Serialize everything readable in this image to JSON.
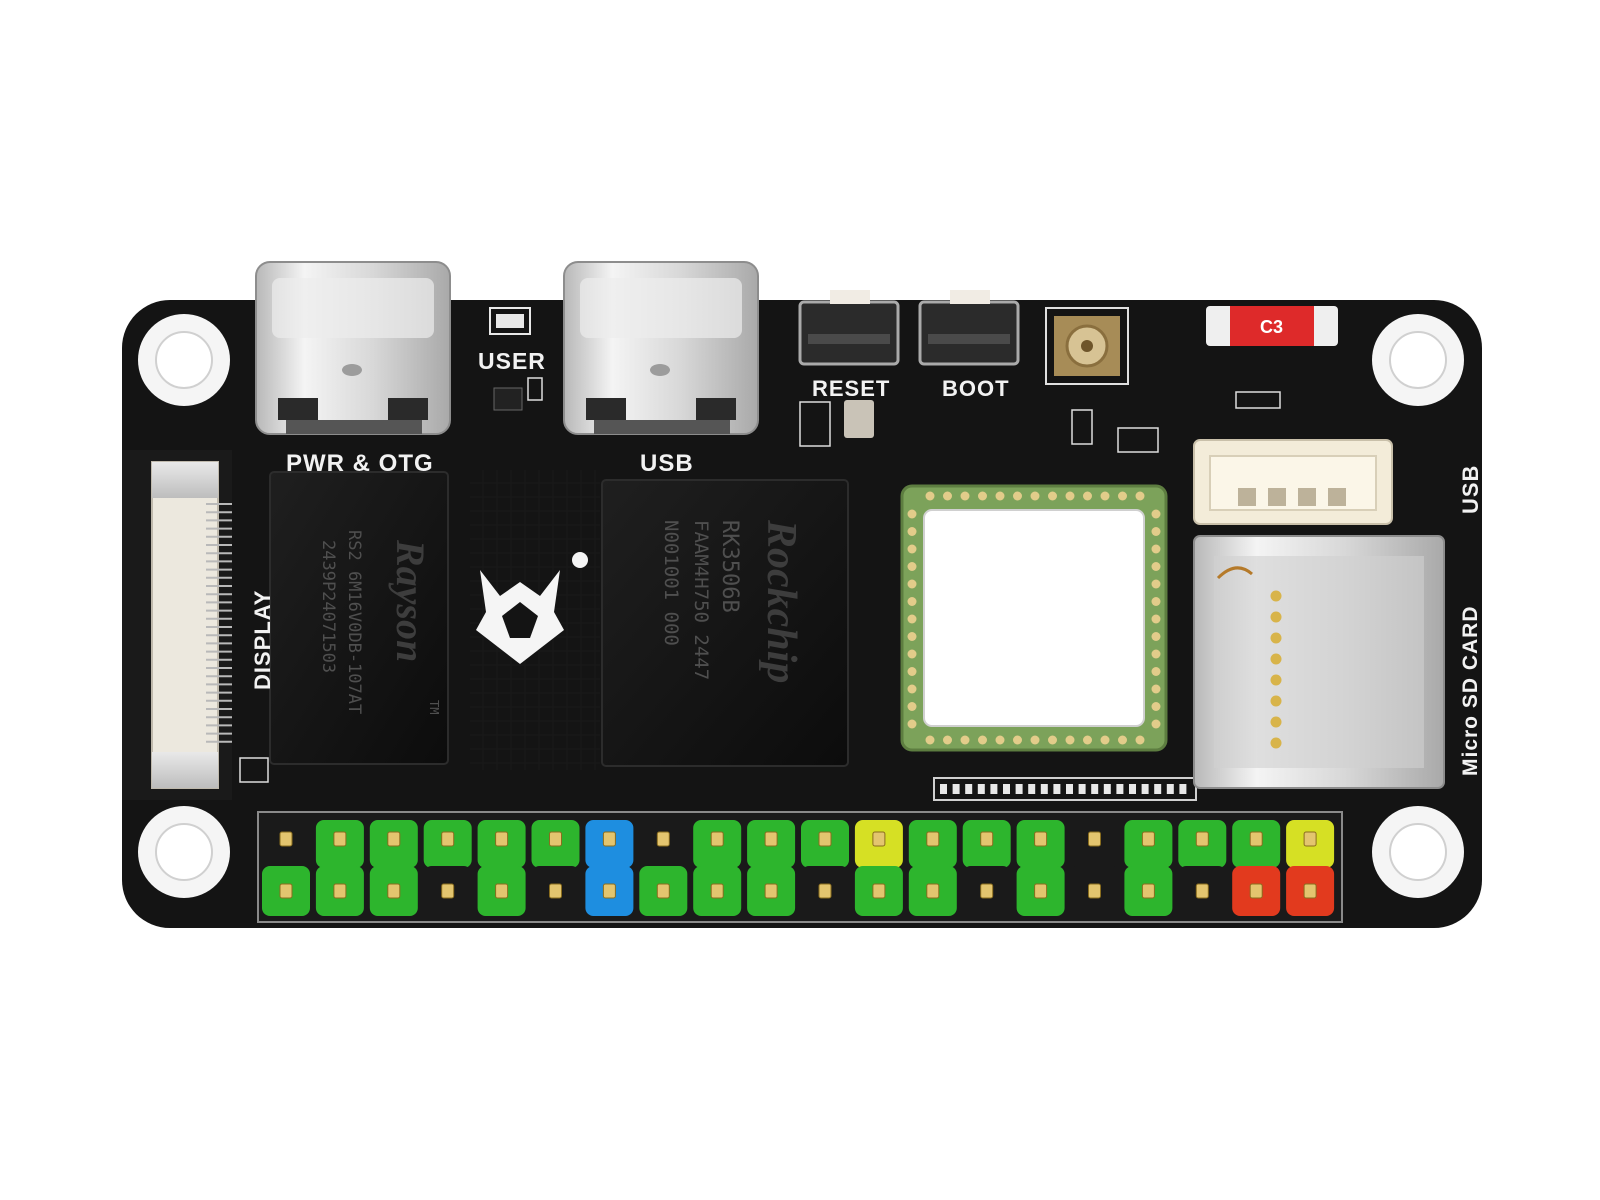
{
  "board": {
    "pcb_color": "#141414",
    "silk_color": "#f2f2f2",
    "labels": {
      "user": "USER",
      "pwr_otg": "PWR & OTG",
      "usb_top": "USB",
      "reset": "RESET",
      "boot": "BOOT",
      "usb_side": "USB",
      "display": "DISPLAY",
      "micro_sd": "Micro SD CARD",
      "c3": "C3"
    },
    "ram_chip": {
      "brand": "Rayson",
      "tm": "TM",
      "line1": "RS2 6M16V0DB-107AT",
      "line2": "2439P24071503"
    },
    "soc_chip": {
      "brand": "Rockchip",
      "line1": "RK3506B",
      "line2": "FAAM4H750 2447",
      "line3": "N001001 000"
    },
    "gpio_header": {
      "columns": [
        {
          "top": "#1a1a1a",
          "bottom": "#2db52d"
        },
        {
          "top": "#2db52d",
          "bottom": "#2db52d"
        },
        {
          "top": "#2db52d",
          "bottom": "#2db52d"
        },
        {
          "top": "#2db52d",
          "bottom": "#1a1a1a"
        },
        {
          "top": "#2db52d",
          "bottom": "#2db52d"
        },
        {
          "top": "#2db52d",
          "bottom": "#1a1a1a"
        },
        {
          "top": "#1e8ee0",
          "bottom": "#1e8ee0"
        },
        {
          "top": "#1a1a1a",
          "bottom": "#2db52d"
        },
        {
          "top": "#2db52d",
          "bottom": "#2db52d"
        },
        {
          "top": "#2db52d",
          "bottom": "#2db52d"
        },
        {
          "top": "#2db52d",
          "bottom": "#1a1a1a"
        },
        {
          "top": "#d6e024",
          "bottom": "#2db52d"
        },
        {
          "top": "#2db52d",
          "bottom": "#2db52d"
        },
        {
          "top": "#2db52d",
          "bottom": "#1a1a1a"
        },
        {
          "top": "#2db52d",
          "bottom": "#2db52d"
        },
        {
          "top": "#1a1a1a",
          "bottom": "#1a1a1a"
        },
        {
          "top": "#2db52d",
          "bottom": "#2db52d"
        },
        {
          "top": "#2db52d",
          "bottom": "#1a1a1a"
        },
        {
          "top": "#2db52d",
          "bottom": "#e23a1e"
        },
        {
          "top": "#d6e024",
          "bottom": "#e23a1e"
        }
      ]
    }
  }
}
